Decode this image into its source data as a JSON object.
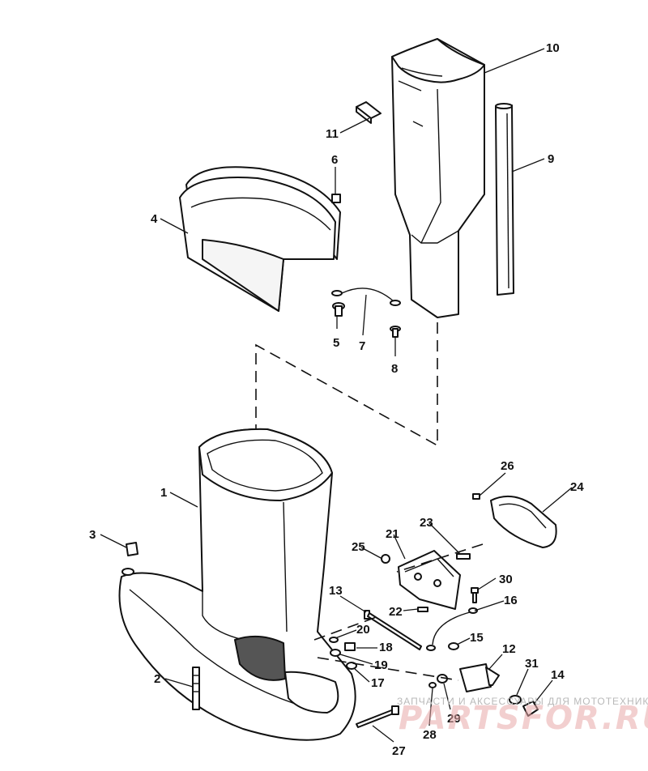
{
  "diagram": {
    "labels": [
      "1",
      "2",
      "3",
      "4",
      "5",
      "6",
      "7",
      "8",
      "9",
      "10",
      "11",
      "12",
      "13",
      "14",
      "15",
      "16",
      "17",
      "18",
      "19",
      "20",
      "21",
      "22",
      "23",
      "24",
      "25",
      "26",
      "27",
      "28",
      "29",
      "30",
      "31"
    ]
  },
  "watermark": {
    "caption": "ЗАПЧАСТИ И АКСЕССУАРЫ ДЛЯ МОТОТЕХНИКИ",
    "logo": "PARTSFOR.RU"
  }
}
